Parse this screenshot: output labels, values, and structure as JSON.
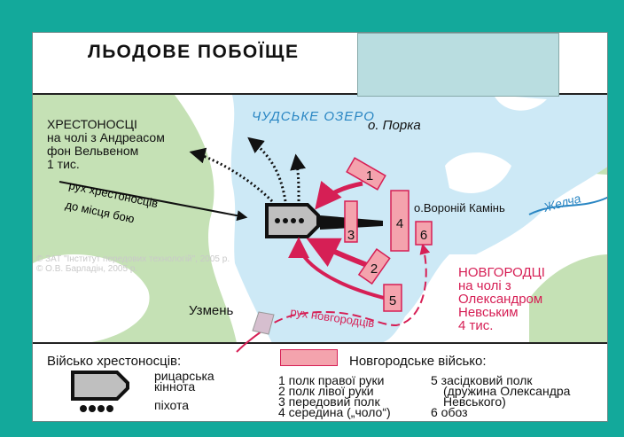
{
  "title": "ЛЬОДОВЕ ПОБОЇЩЕ",
  "crusaders": {
    "line1": "ХРЕСТОНОСЦІ",
    "line2": "на чолі з Андреасом",
    "line3": "фон Вельвеном",
    "line4": "1 тис."
  },
  "novgorod": {
    "line1": "НОВГОРОДЦІ",
    "line2": "на чолі з",
    "line3": "Олександром",
    "line4": "Невським",
    "line5": "4 тис."
  },
  "places": {
    "porka": "о. Порка",
    "lake": "ЧУДСЬКЕ ОЗЕРО",
    "voroniy": "о.Вороній Камінь",
    "zhelcha": "Желча",
    "uzmen": "Узмень"
  },
  "routes": {
    "crusaders_l1": "рух хрестоносців",
    "crusaders_l2": "до місця бою",
    "novgorod": "рух новгородців"
  },
  "units": [
    "1",
    "2",
    "3",
    "4",
    "5",
    "6"
  ],
  "legend": {
    "crusaders_title": "Військо хрестоносців:",
    "cavalry_l1": "рицарська",
    "cavalry_l2": "кіннота",
    "infantry": "піхота",
    "novgorod_title": "Новгородське військо:",
    "items_col1": [
      "1 полк правої руки",
      "2 полк лівої руки",
      "3 передовий полк",
      "4 середина („чоло“)"
    ],
    "items_col2": [
      "5 засідковий полк",
      "(дружина Олександра",
      "Невського)",
      "6 обоз"
    ]
  },
  "watermark": {
    "l1": "© ЗАТ \"Інститут передових технологій\", 2005 р.",
    "l2": "© О.В. Барладін, 2005 р."
  },
  "colors": {
    "frame": "#13a99b",
    "lake": "#cde9f6",
    "forest": "#c5e1b5",
    "novgorod": "#f4a3ad",
    "red": "#d61f55"
  }
}
